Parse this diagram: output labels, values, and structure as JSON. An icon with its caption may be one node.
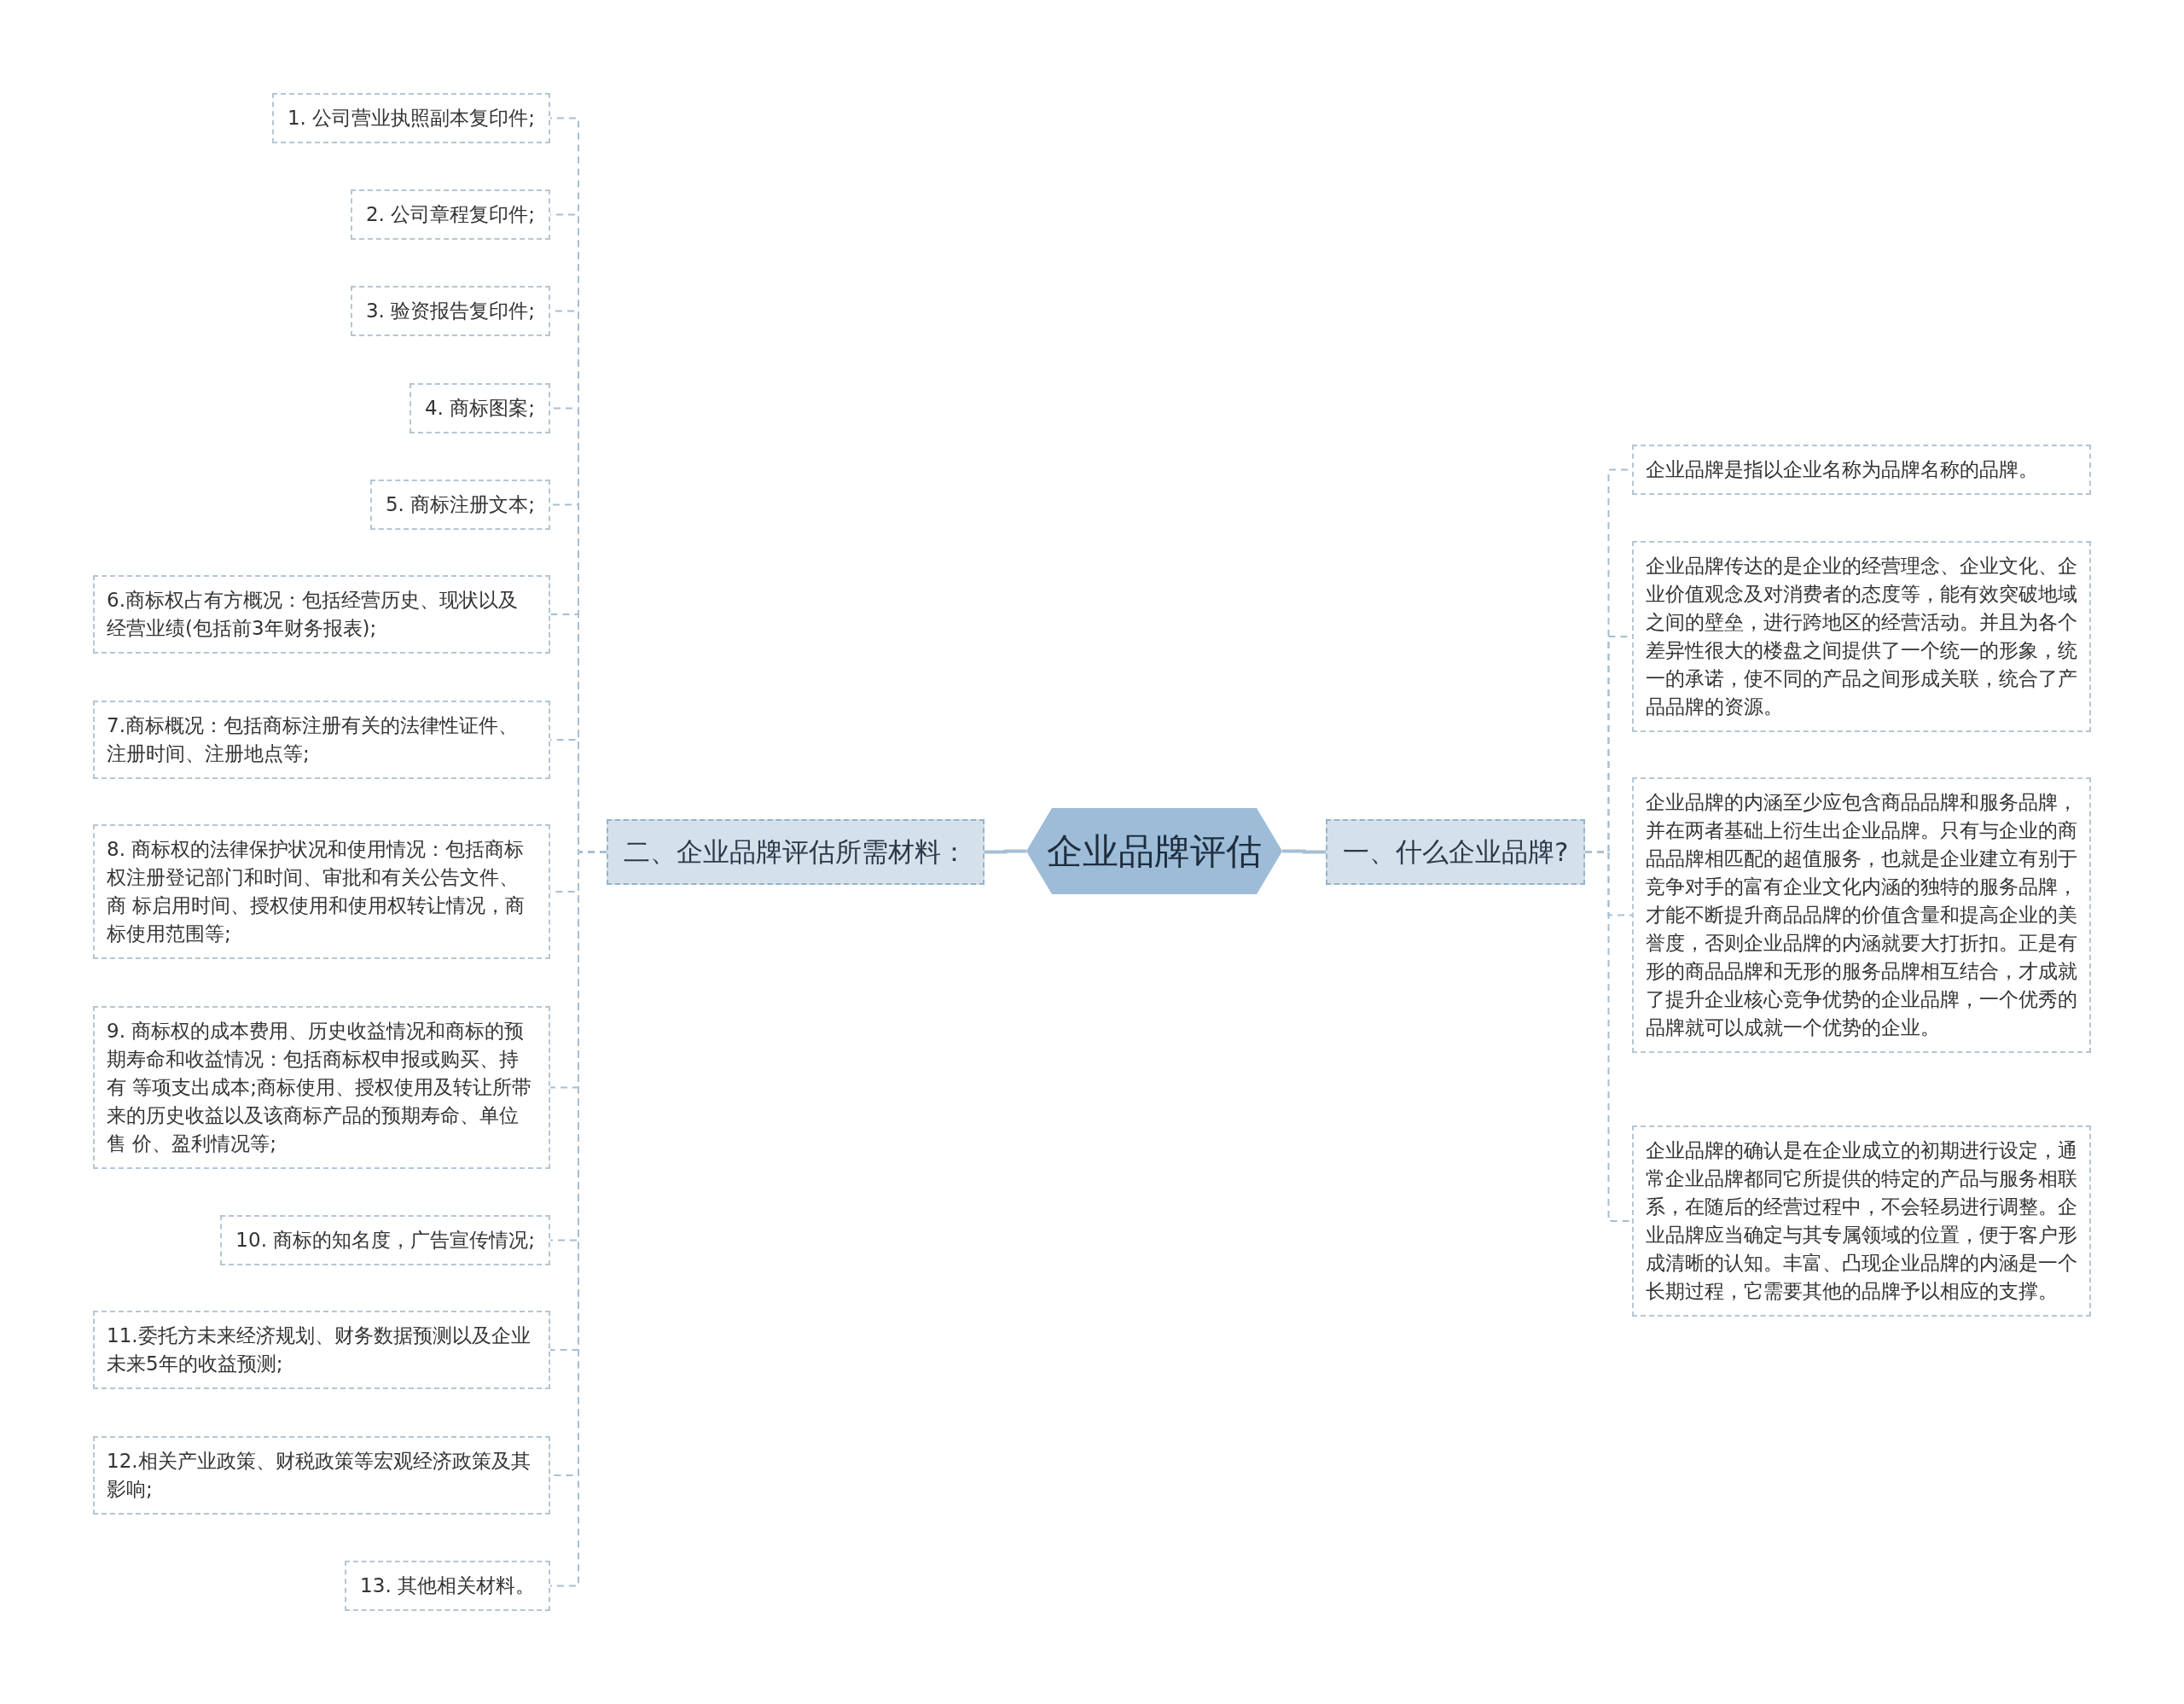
{
  "diagram": {
    "nodes": [
      {
        "text": [
          "企业品牌评估"
        ]
      },
      {
        "text": [
          "二、企业品牌评估所需材料："
        ]
      },
      {
        "text": [
          "1. 公司营业执照副本复印件;"
        ]
      },
      {
        "text": [
          "2. 公司章程复印件;"
        ]
      },
      {
        "text": [
          "3. 验资报告复印件;"
        ]
      },
      {
        "text": [
          "4. 商标图案;"
        ]
      },
      {
        "text": [
          "5. 商标注册文本;"
        ]
      },
      {
        "text": [
          "6.商标权占有方概况：包括经营历史、现状以及经营业绩(包括前3年财务报表);"
        ]
      },
      {
        "text": [
          "7.商标概况：包括商标注册有关的法律性证件、注册时间、注册地点等;"
        ]
      },
      {
        "text": [
          "8. 商标权的法律保护状况和使用情况：包括商标权注册登记部门和时间、审批和有关公告文件、商 标启用时间、授权使用和使用权转让情况，商标使用范围等;"
        ]
      },
      {
        "text": [
          "9. 商标权的成本费用、历史收益情况和商标的预期寿命和收益情况：包括商标权申报或购买、持有 等项支出成本;商标使用、授权使用及转让所带来的历史收益以及该商标产品的预期寿命、单位售 价、盈利情况等;"
        ]
      },
      {
        "text": [
          "10. 商标的知名度，广告宣传情况;"
        ]
      },
      {
        "text": [
          "11.委托方未来经济规划、财务数据预测以及企业未来5年的收益预测;"
        ]
      },
      {
        "text": [
          "12.相关产业政策、财税政策等宏观经济政策及其影响;"
        ]
      },
      {
        "text": [
          "13. 其他相关材料。"
        ]
      },
      {
        "text": [
          "一、什么企业品牌?"
        ]
      },
      {
        "text": [
          "企业品牌是指以企业名称为品牌名称的品牌。"
        ]
      },
      {
        "text": [
          "企业品牌传达的是企业的经营理念、企业文化、企业价值观念及对消费者的态度等，能有效突破地域之间的壁垒，进行跨地区的经营活动。并且为各个差异性很大的楼盘之间提供了一个统一的形象，统一的承诺，使不同的产品之间形成关联，统合了产品品牌的资源。"
        ]
      },
      {
        "text": [
          "企业品牌的内涵至少应包含商品品牌和服务品牌，并在两者基础上衍生出企业品牌。只有与企业的商品品牌相匹配的超值服务，也就是企业建立有别于竞争对手的富有企业文化内涵的独特的服务品牌，才能不断提升商品品牌的价值含量和提高企业的美誉度，否则企业品牌的内涵就要大打折扣。正是有形的商品品牌和无形的服务品牌相互结合，才成就了提升企业核心竞争优势的企业品牌，一个优秀的品牌就可以成就一个优势的企业。"
        ]
      },
      {
        "text": [
          "企业品牌的确认是在企业成立的初期进行设定，通常企业品牌都同它所提供的特定的产品与服务相联系，在随后的经营过程中，不会轻易进行调整。企业品牌应当确定与其专属领域的位置，便于客户形成清晰的认知。丰富、凸现企业品牌的内涵是一个长期过程，它需要其他的品牌予以相应的支撑。"
        ]
      }
    ],
    "edges": [
      {
        "from": 0,
        "to": 1,
        "arrow": "none"
      },
      {
        "from": 1,
        "to": 2,
        "arrow": "none",
        "style": "dashed"
      },
      {
        "from": 1,
        "to": 3,
        "arrow": "none",
        "style": "dashed"
      },
      {
        "from": 1,
        "to": 4,
        "arrow": "none",
        "style": "dashed"
      },
      {
        "from": 1,
        "to": 5,
        "arrow": "none",
        "style": "dashed"
      },
      {
        "from": 1,
        "to": 6,
        "arrow": "none",
        "style": "dashed"
      },
      {
        "from": 1,
        "to": 7,
        "arrow": "none",
        "style": "dashed"
      },
      {
        "from": 1,
        "to": 8,
        "arrow": "none",
        "style": "dashed"
      },
      {
        "from": 1,
        "to": 9,
        "arrow": "none",
        "style": "dashed"
      },
      {
        "from": 1,
        "to": 10,
        "arrow": "none",
        "style": "dashed"
      },
      {
        "from": 1,
        "to": 11,
        "arrow": "none",
        "style": "dashed"
      },
      {
        "from": 1,
        "to": 12,
        "arrow": "none",
        "style": "dashed"
      },
      {
        "from": 1,
        "to": 13,
        "arrow": "none",
        "style": "dashed"
      },
      {
        "from": 1,
        "to": 14,
        "arrow": "none",
        "style": "dashed"
      },
      {
        "from": 0,
        "to": 15,
        "arrow": "none"
      },
      {
        "from": 15,
        "to": 16,
        "arrow": "none",
        "style": "dashed"
      },
      {
        "from": 15,
        "to": 17,
        "arrow": "none",
        "style": "dashed"
      },
      {
        "from": 15,
        "to": 18,
        "arrow": "none",
        "style": "dashed"
      },
      {
        "from": 15,
        "to": 19,
        "arrow": "none",
        "style": "dashed"
      }
    ]
  }
}
